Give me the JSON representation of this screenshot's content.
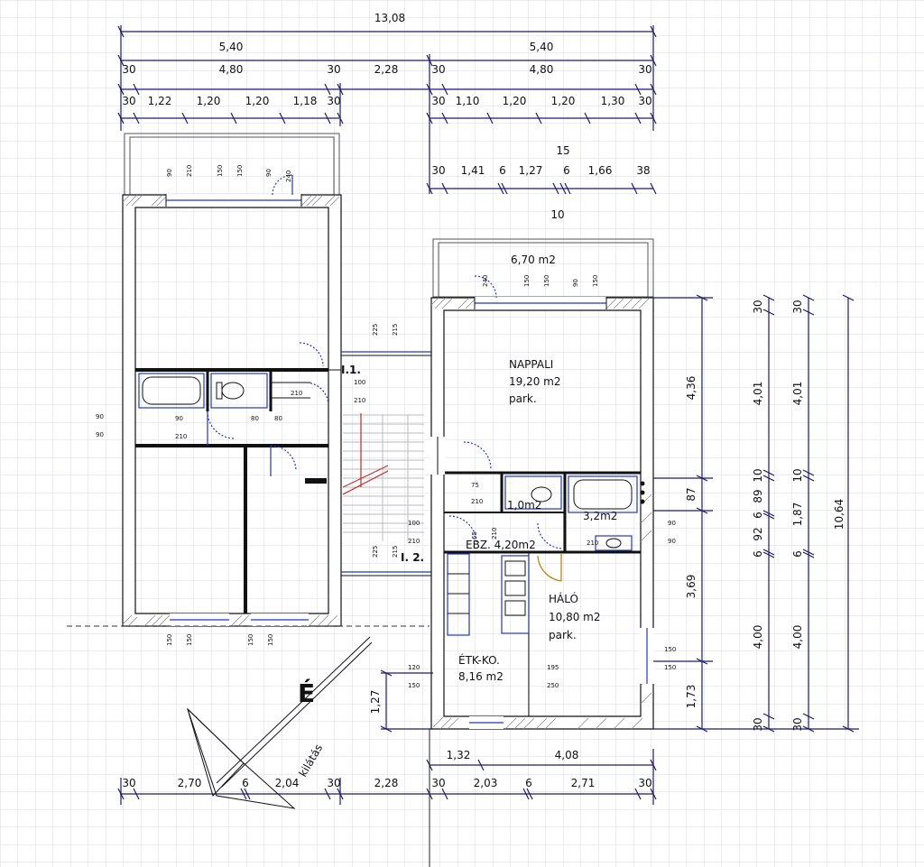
{
  "dims": {
    "overall_width": "13,08",
    "half_left": "5,40",
    "half_right": "5,40",
    "row2": [
      "30",
      "4,80",
      "30",
      "2,28",
      "30",
      "4,80",
      "30"
    ],
    "row3_left": [
      "30",
      "1,22",
      "1,20",
      "1,20",
      "1,18",
      "30"
    ],
    "row3_right": [
      "30",
      "1,10",
      "1,20",
      "1,20",
      "1,30",
      "30"
    ],
    "row4_top": "15",
    "row4": [
      "30",
      "1,41",
      "6",
      "1,27",
      "6",
      "1,66",
      "38"
    ],
    "row4_bottom": "10",
    "bottom_left": [
      "30",
      "2,70",
      "6",
      "2,04",
      "30",
      "2,28"
    ],
    "bottom_right": [
      "30",
      "2,03",
      "6",
      "2,71",
      "30"
    ],
    "bottom_extra": [
      "1,32",
      "4,08"
    ],
    "right_col1": [
      "4,36",
      "87",
      "3,69",
      "1,73"
    ],
    "right_col2": [
      "30",
      "4,01",
      "10",
      "89",
      "6",
      "92",
      "6",
      "4,00",
      "30"
    ],
    "right_col3": [
      "30",
      "4,01",
      "10",
      "1,87",
      "6",
      "4,00",
      "30"
    ],
    "right_total": "10,64",
    "left_vertical": "1,27"
  },
  "rooms": {
    "nappali_name": "NAPPALI",
    "nappali_area": "19,20 m2",
    "nappali_floor": "park.",
    "halo_name": "HÁLÓ",
    "halo_area": "10,80 m2",
    "halo_floor": "park.",
    "etk_name": "ÉTK-KO.",
    "etk_area": "8,16 m2",
    "terrace_area": "6,70 m2",
    "wc_area": "1,0m2",
    "bath_area": "3,2m2",
    "hall_area": "EBZ. 4,20m2",
    "stair1": "I.1.",
    "stair2": "I. 2."
  },
  "compass": {
    "north": "É",
    "view": "kilátás"
  },
  "openings": {
    "w90": "90",
    "w150": "150",
    "w80": "80",
    "w100": "100",
    "w120": "120",
    "h210": "210",
    "h215": "215",
    "h225": "225",
    "h240": "240",
    "h250": "250",
    "h195": "195",
    "w75": "75",
    "w65": "65"
  }
}
